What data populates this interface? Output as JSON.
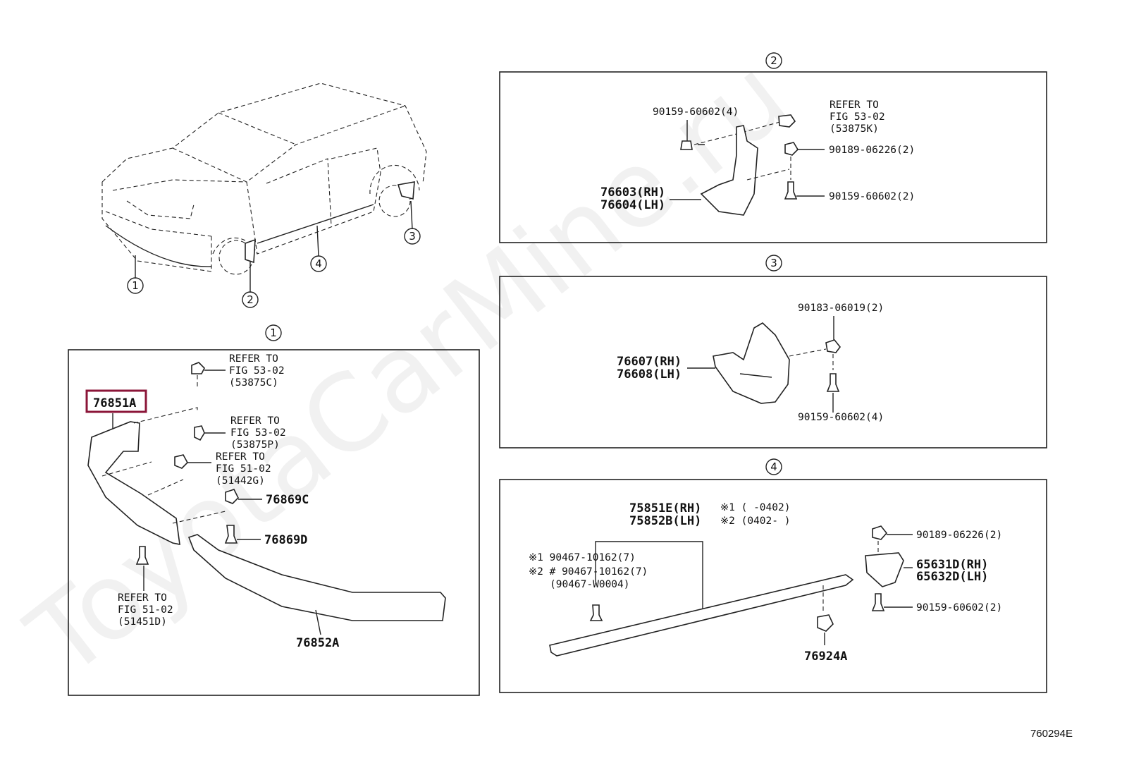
{
  "watermark": "ToyotaCarMine.ru",
  "diagram_id": "760294E",
  "callouts": {
    "c1": "1",
    "c2": "2",
    "c3": "3",
    "c4": "4"
  },
  "panel1": {
    "highlighted_part": "76851A",
    "refer_53875c": [
      "REFER TO",
      "FIG 53-02",
      "(53875C)"
    ],
    "refer_53875p": [
      "REFER TO",
      "FIG 53-02",
      "(53875P)"
    ],
    "refer_51442g": [
      "REFER TO",
      "FIG 51-02",
      "(51442G)"
    ],
    "part_76869c": "76869C",
    "part_76869d": "76869D",
    "refer_51451d": [
      "REFER TO",
      "FIG 51-02",
      "(51451D)"
    ],
    "part_76852a": "76852A"
  },
  "panel2": {
    "bolt_top": "90159-60602(4)",
    "refer_53875k": [
      "REFER TO",
      "FIG 53-02",
      "(53875K)"
    ],
    "nut": "90189-06226(2)",
    "bolt_bottom": "90159-60602(2)",
    "part_rh": "76603(RH)",
    "part_lh": "76604(LH)"
  },
  "panel3": {
    "nut": "90183-06019(2)",
    "part_rh": "76607(RH)",
    "part_lh": "76608(LH)",
    "bolt": "90159-60602(4)"
  },
  "panel4": {
    "part_rh": "75851E(RH)",
    "part_lh": "75852B(LH)",
    "note1": "※1 (     -0402)",
    "note2": "※2 (0402-     )",
    "clip1": "※1   90467-10162(7)",
    "clip2": "※2 # 90467-10162(7)",
    "clip3": "(90467-W0004)",
    "nut": "90189-06226(2)",
    "guard_rh": "65631D(RH)",
    "guard_lh": "65632D(LH)",
    "bolt": "90159-60602(2)",
    "part_76924a": "76924A"
  }
}
